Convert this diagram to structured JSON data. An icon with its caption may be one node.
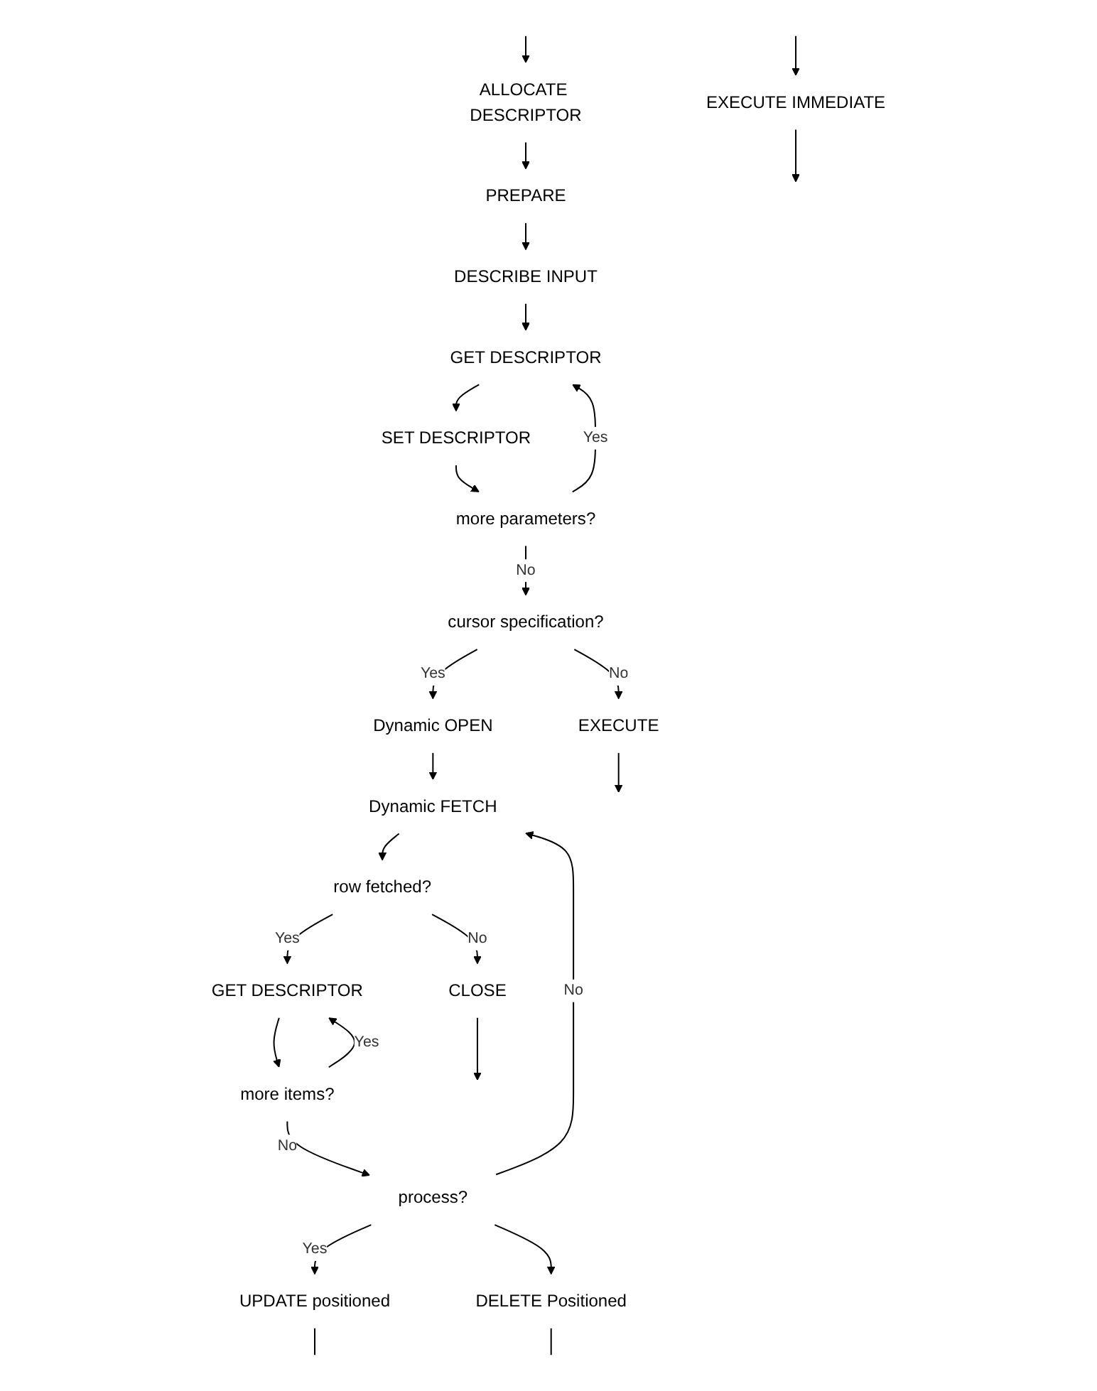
{
  "diagram": {
    "nodes": [
      {
        "text": [
          "ALLOCATE DESCRIPTOR"
        ]
      },
      {
        "text": [
          "EXECUTE IMMEDIATE"
        ]
      },
      {
        "text": [
          "PREPARE"
        ]
      },
      {
        "text": [
          "DESCRIBE INPUT"
        ]
      },
      {
        "text": [
          "GET DESCRIPTOR"
        ]
      },
      {
        "text": [
          "SET DESCRIPTOR"
        ]
      },
      {
        "text": [
          "more parameters?"
        ]
      },
      {
        "text": [
          "cursor specification?"
        ]
      },
      {
        "text": [
          "Dynamic OPEN"
        ]
      },
      {
        "text": [
          "EXECUTE"
        ]
      },
      {
        "text": [
          "Dynamic FETCH"
        ]
      },
      {
        "text": [
          "row fetched?"
        ]
      },
      {
        "text": [
          "GET DESCRIPTOR"
        ]
      },
      {
        "text": [
          "CLOSE"
        ]
      },
      {
        "text": [
          "more items?"
        ]
      },
      {
        "text": [
          "process?"
        ]
      },
      {
        "text": [
          "UPDATE positioned"
        ]
      },
      {
        "text": [
          "DELETE Positioned"
        ]
      }
    ],
    "edges": [
      {
        "from": null,
        "to": 0,
        "arrow": "to"
      },
      {
        "from": null,
        "to": 1,
        "arrow": "to"
      },
      {
        "from": 1,
        "to": null,
        "arrow": "to"
      },
      {
        "from": 0,
        "to": 2,
        "arrow": "to"
      },
      {
        "from": 2,
        "to": 3,
        "arrow": "to"
      },
      {
        "from": 3,
        "to": 4,
        "arrow": "to"
      },
      {
        "from": 4,
        "to": 5,
        "arrow": "to"
      },
      {
        "from": 5,
        "to": 6,
        "arrow": "to"
      },
      {
        "from": 6,
        "to": 4,
        "arrow": "to",
        "label": "Yes"
      },
      {
        "from": 6,
        "to": 7,
        "arrow": "to",
        "label": "No"
      },
      {
        "from": 7,
        "to": 8,
        "arrow": "to",
        "label": "Yes"
      },
      {
        "from": 7,
        "to": 9,
        "arrow": "to",
        "label": "No"
      },
      {
        "from": 8,
        "to": 10,
        "arrow": "to"
      },
      {
        "from": 9,
        "to": null,
        "arrow": "to"
      },
      {
        "from": 10,
        "to": 11,
        "arrow": "to"
      },
      {
        "from": 11,
        "to": 12,
        "arrow": "to",
        "label": "Yes"
      },
      {
        "from": 11,
        "to": 13,
        "arrow": "to",
        "label": "No"
      },
      {
        "from": 13,
        "to": null,
        "arrow": "to"
      },
      {
        "from": 12,
        "to": 14,
        "arrow": "to"
      },
      {
        "from": 14,
        "to": 12,
        "arrow": "to",
        "label": "Yes"
      },
      {
        "from": 14,
        "to": 15,
        "arrow": "to",
        "label": "No"
      },
      {
        "from": 15,
        "to": 10,
        "arrow": "to",
        "label": "No"
      },
      {
        "from": 15,
        "to": 16,
        "arrow": "to",
        "label": "Yes"
      },
      {
        "from": 15,
        "to": 17,
        "arrow": "to"
      },
      {
        "from": 16,
        "to": null,
        "arrow": "none"
      },
      {
        "from": 17,
        "to": null,
        "arrow": "none"
      }
    ]
  }
}
